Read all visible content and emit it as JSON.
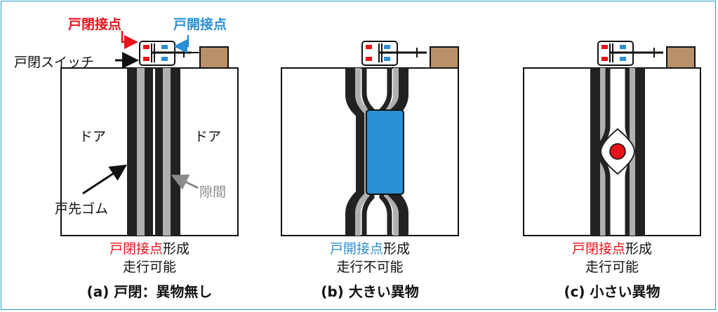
{
  "labels": {
    "closed_contact": "戸閉接点",
    "open_contact": "戸開接点",
    "switch": "戸閉スイッチ",
    "door_left": "ドア",
    "door_right": "ドア",
    "rubber": "戸先ゴム",
    "gap": "隙間"
  },
  "panels": [
    {
      "status_contact": "戸閉接点",
      "status_suffix": "形成",
      "run_status": "走行可能",
      "caption": "(a) 戸閉：異物無し"
    },
    {
      "status_contact": "戸開接点",
      "status_suffix": "形成",
      "run_status": "走行不可能",
      "caption": "(b) 大きい異物"
    },
    {
      "status_contact": "戸閉接点",
      "status_suffix": "形成",
      "run_status": "走行可能",
      "caption": "(c) 小さい異物"
    }
  ],
  "colors": {
    "frame": "#2a9bc7",
    "closed_contact": "#e8121b",
    "open_contact": "#2a8fd4",
    "rubber": "#222222",
    "gap": "#b0b0b0",
    "actuator": "#b8916a",
    "large_object": "#2a8fd4",
    "small_object": "#e8121b"
  }
}
